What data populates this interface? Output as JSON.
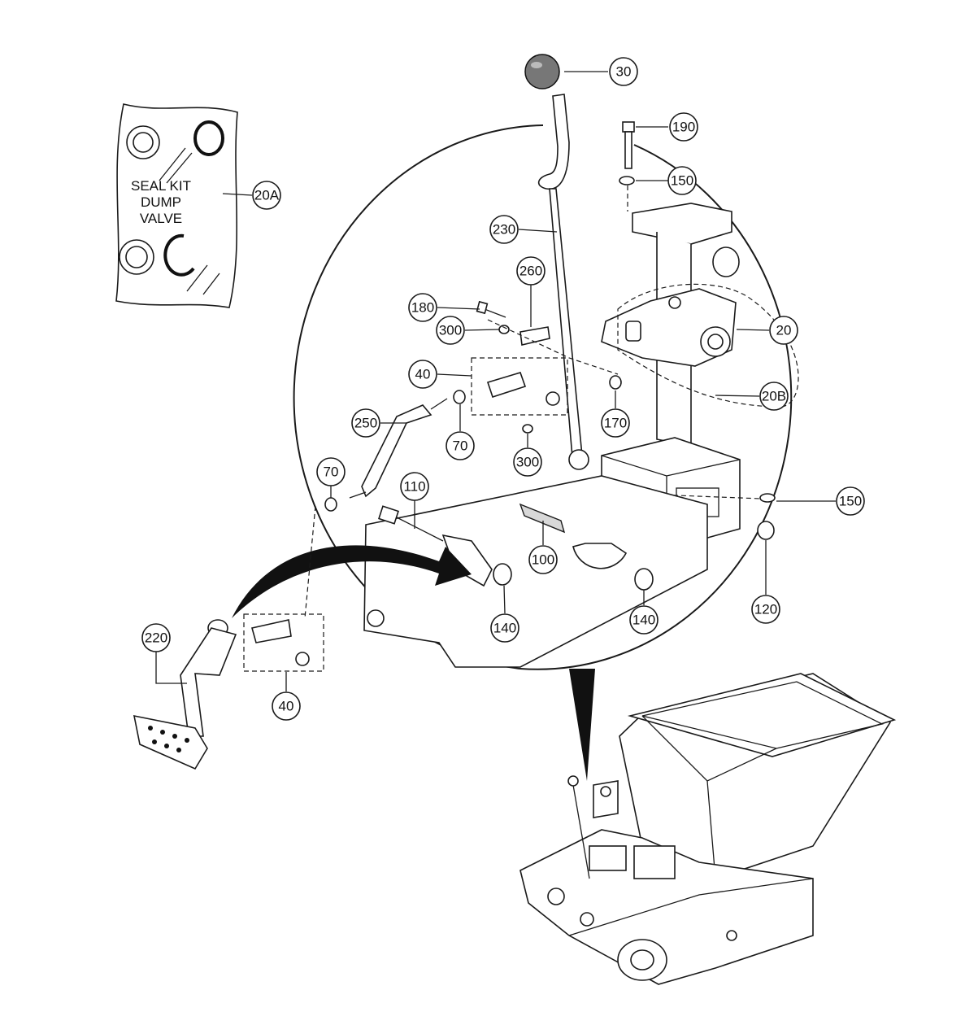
{
  "seal_kit": {
    "line1": "SEAL KIT",
    "line2": "DUMP",
    "line3": "VALVE"
  },
  "callouts": {
    "c30": "30",
    "c190": "190",
    "c150a": "150",
    "c20a": "20A",
    "c230": "230",
    "c260": "260",
    "c180": "180",
    "c300a": "300",
    "c20": "20",
    "c40a": "40",
    "c170": "170",
    "c20b": "20B",
    "c250": "250",
    "c70a": "70",
    "c300b": "300",
    "c70b": "70",
    "c110": "110",
    "c150b": "150",
    "c100": "100",
    "c140a": "140",
    "c140b": "140",
    "c120": "120",
    "c220": "220",
    "c40b": "40"
  }
}
